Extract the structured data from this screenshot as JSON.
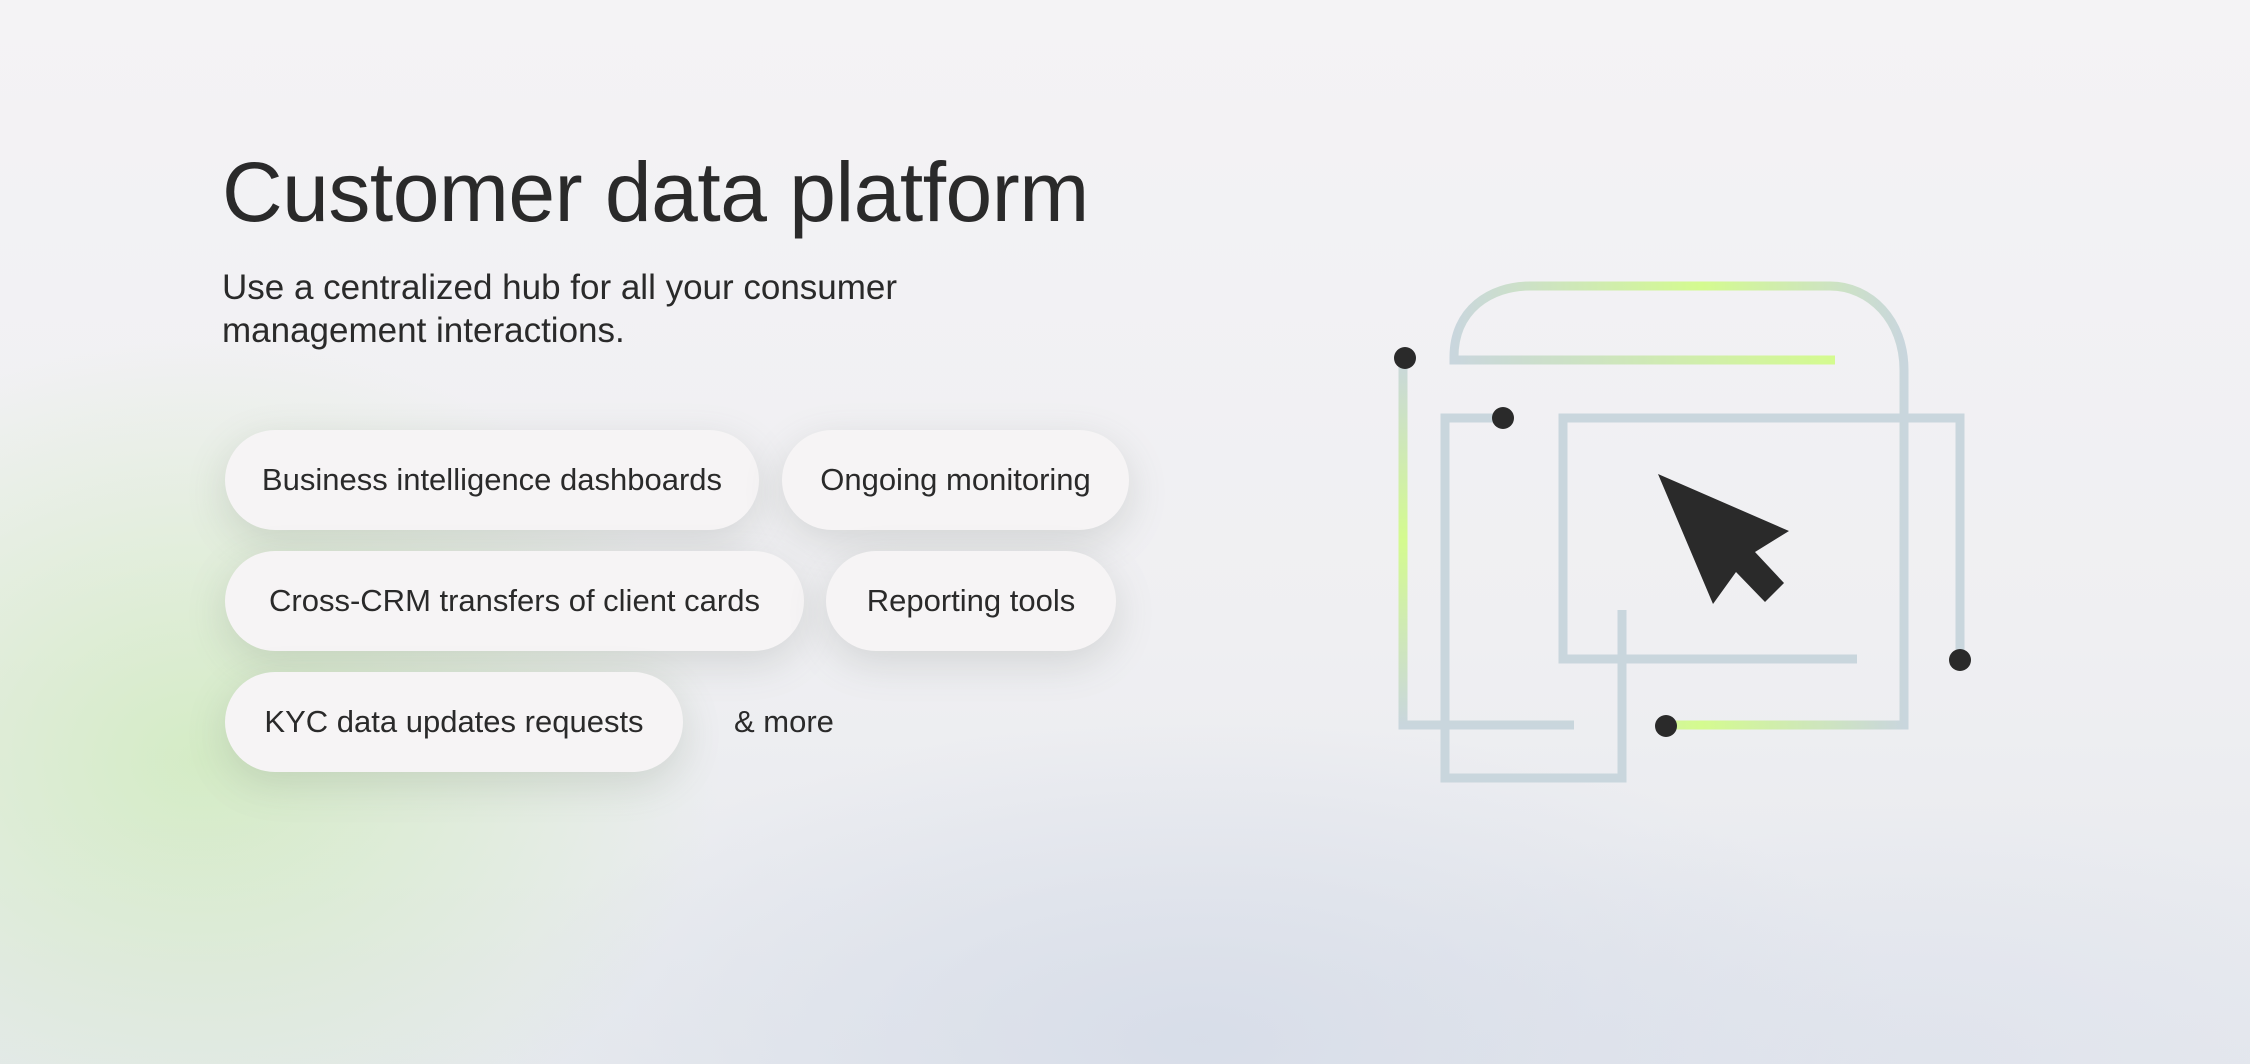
{
  "hero": {
    "title": "Customer data platform",
    "subtitle": "Use a centralized hub for all your consumer management interactions.",
    "features": [
      "Business intelligence dashboards",
      "Ongoing monitoring",
      "Cross-CRM transfers of client cards",
      "Reporting tools",
      "KYC data updates requests"
    ],
    "more_label": "& more"
  },
  "colors": {
    "line_base": "#c9d6dd",
    "line_glow": "#d4fb8f",
    "ink": "#2a2a2a"
  }
}
